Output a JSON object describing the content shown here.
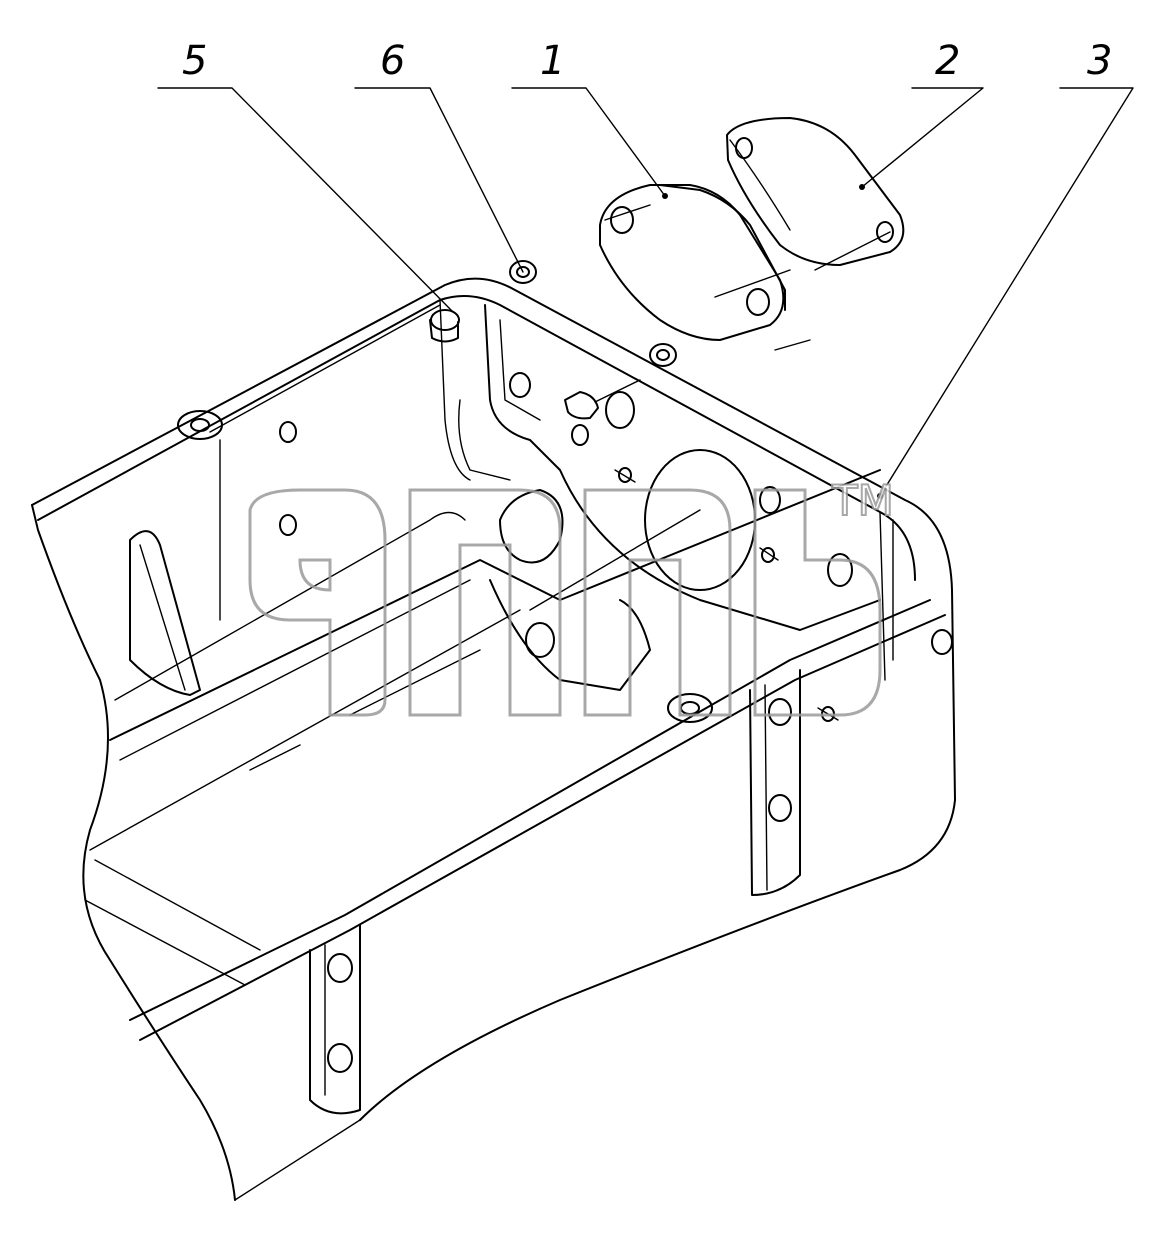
{
  "callouts": [
    {
      "id": "5",
      "label": "5"
    },
    {
      "id": "6",
      "label": "6"
    },
    {
      "id": "1",
      "label": "1"
    },
    {
      "id": "2",
      "label": "2"
    },
    {
      "id": "3",
      "label": "3"
    }
  ],
  "watermark": {
    "text": "элдв",
    "trademark": "TM"
  },
  "colors": {
    "line": "#000000",
    "watermark": "#9a9a9a",
    "background": "#ffffff"
  }
}
